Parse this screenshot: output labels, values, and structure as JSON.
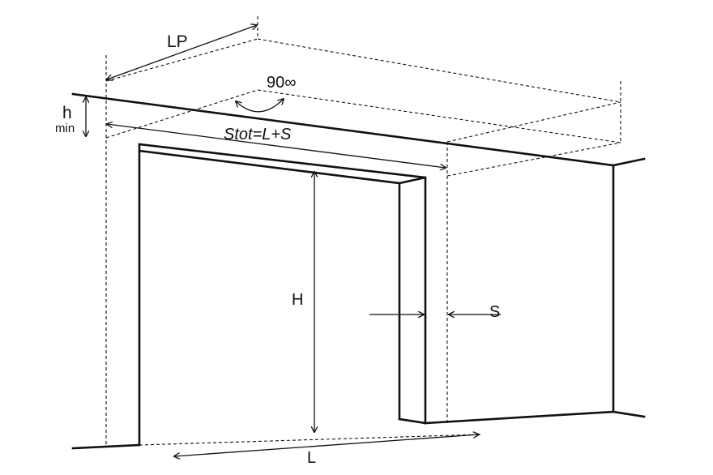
{
  "labels": {
    "lp": "LP",
    "angle": "90∞",
    "h_top": "h",
    "h_bottom": "min",
    "stot": "Stot=L+S",
    "height": "H",
    "side": "S",
    "width": "L"
  },
  "colors": {
    "line": "#111111",
    "background": "#ffffff"
  }
}
